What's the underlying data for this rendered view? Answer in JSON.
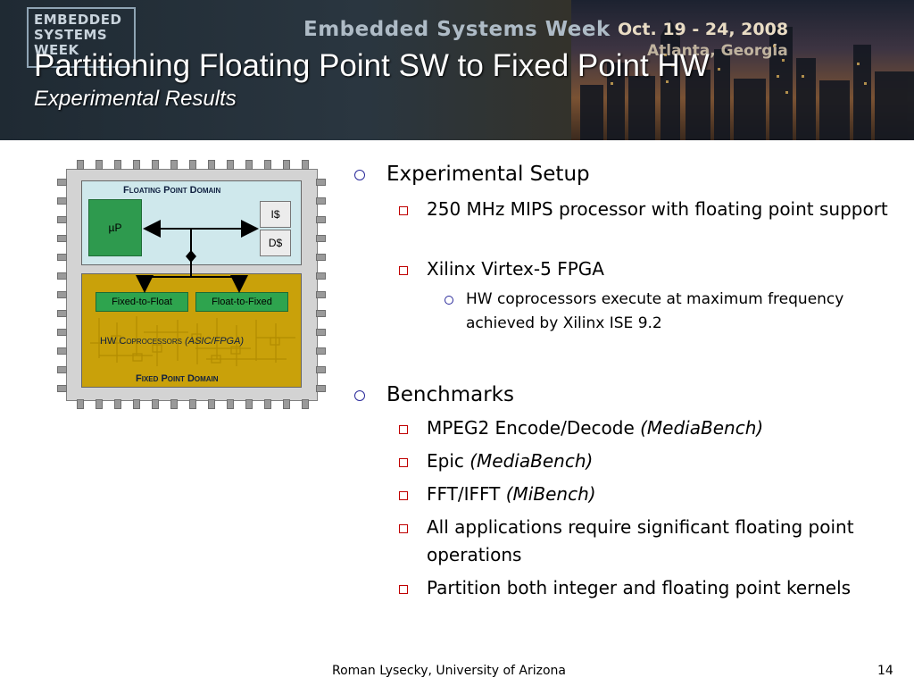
{
  "banner": {
    "logo": "EMBEDDED SYSTEMS WEEK",
    "event_name": "Embedded Systems Week",
    "dates": "Oct. 19 - 24, 2008",
    "location": "Atlanta, Georgia"
  },
  "slide": {
    "title": "Partitioning Floating Point SW to Fixed Point HW",
    "subtitle": "Experimental Results"
  },
  "diagram": {
    "floating_domain": "Floating Point Domain",
    "up_label": "µP",
    "icache": "I$",
    "dcache": "D$",
    "fixed_to_float": "Fixed-to-Float",
    "float_to_fixed": "Float-to-Fixed",
    "hw_coprocessors": "HW Coprocessors",
    "asic_fpga": "(ASIC/FPGA)",
    "fixed_domain": "Fixed Point Domain"
  },
  "bullets": {
    "setup": {
      "label": "Experimental Setup",
      "proc": "250 MHz MIPS processor with floating point support",
      "fpga": "Xilinx Virtex-5 FPGA",
      "hw": "HW coprocessors execute at maximum frequency achieved by Xilinx ISE 9.2"
    },
    "bench": {
      "label": "Benchmarks",
      "mpeg_text": "MPEG2 Encode/Decode",
      "mpeg_src": "(MediaBench)",
      "epic_text": "Epic",
      "epic_src": "(MediaBench)",
      "fft_text": "FFT/IFFT",
      "fft_src": "(MiBench)",
      "all": "All applications require significant floating point operations",
      "part": "Partition both integer and floating point kernels"
    }
  },
  "footer": {
    "author": "Roman Lysecky, University of Arizona",
    "page": "14"
  }
}
